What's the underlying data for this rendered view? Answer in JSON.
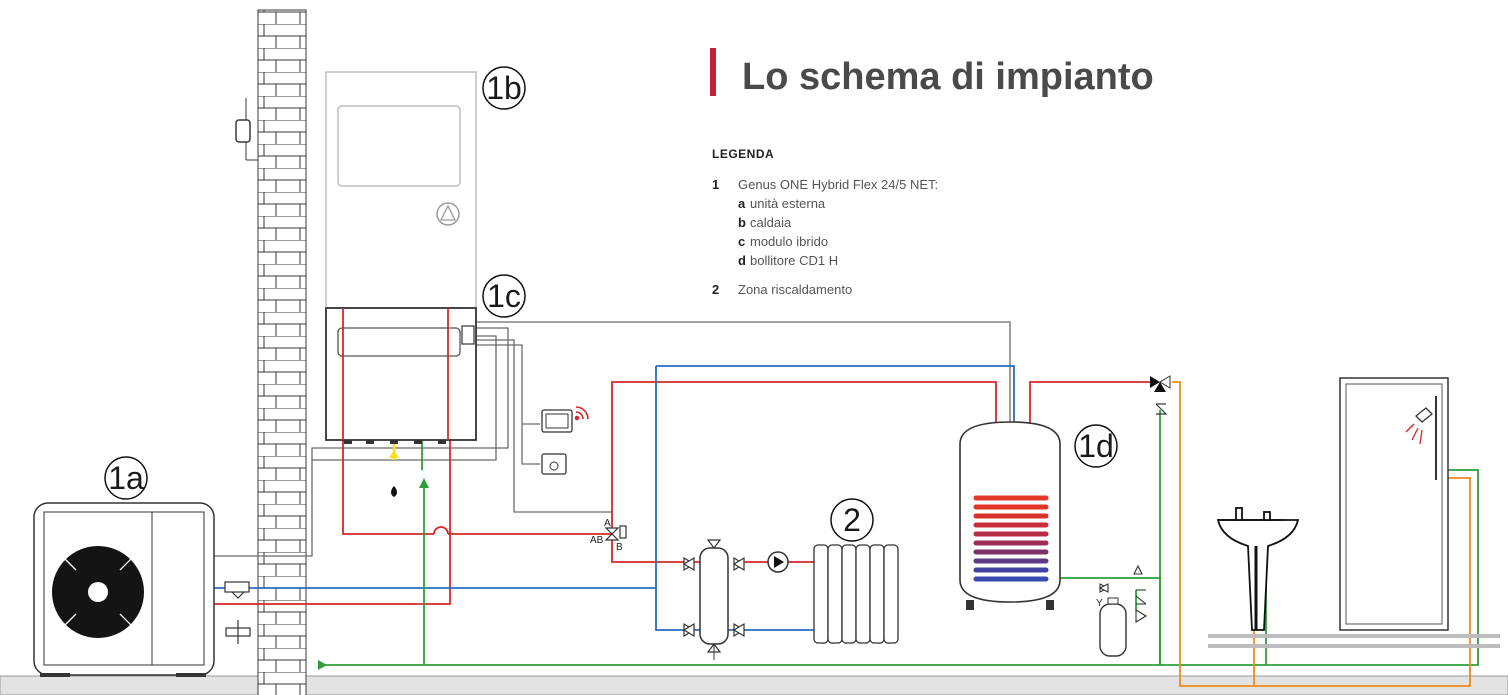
{
  "title": "Lo schema di impianto",
  "colors": {
    "accent": "#c0203a",
    "hot": "#d62828",
    "cold": "#2a6bc0",
    "return": "#2f9e3a",
    "gas": "#f2e21a",
    "dhw": "#f08a1c",
    "wire": "#6b6b6b",
    "floor": "#e3e3e3"
  },
  "legend": {
    "heading": "LEGENDA",
    "items": [
      {
        "num": "1",
        "text": "Genus ONE Hybrid Flex 24/5 NET:"
      },
      {
        "key": "a",
        "text": "unità esterna"
      },
      {
        "key": "b",
        "text": "caldaia"
      },
      {
        "key": "c",
        "text": "modulo ibrido"
      },
      {
        "key": "d",
        "text": "bollitore CD1 H"
      },
      {
        "num": "2",
        "text": "Zona riscaldamento"
      }
    ]
  },
  "tags": {
    "t1a": "1a",
    "t1b": "1b",
    "t1c": "1c",
    "t1d": "1d",
    "t2": "2"
  },
  "valve_ports": {
    "a": "A",
    "ab": "AB",
    "b": "B"
  },
  "expansion_label": "Y",
  "icons": [
    "flame-icon",
    "pump-icon",
    "wifi-icon",
    "thermostat-icon",
    "shower-icon",
    "fan-icon"
  ]
}
